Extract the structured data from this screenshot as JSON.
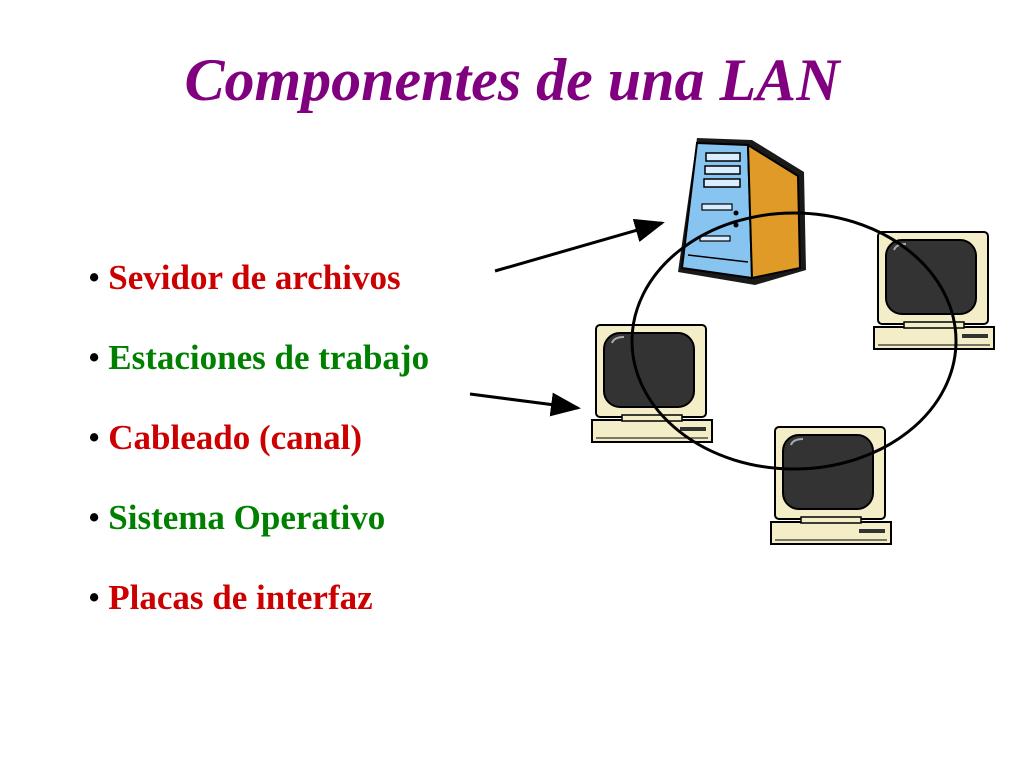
{
  "slide": {
    "title": "Componentes de una LAN"
  },
  "bullets": [
    {
      "label": "Sevidor de archivos",
      "color": "#cc0000"
    },
    {
      "label": "Estaciones de trabajo",
      "color": "#008000"
    },
    {
      "label": "Cableado (canal)",
      "color": "#cc0000"
    },
    {
      "label": "Sistema Operativo",
      "color": "#008000"
    },
    {
      "label": "Placas de interfaz",
      "color": "#cc0000"
    }
  ],
  "diagram": {
    "server": {
      "icon": "server-tower-icon",
      "body_color": "#87c4f0",
      "side_color": "#e09a28"
    },
    "workstations": [
      {
        "icon": "workstation-icon"
      },
      {
        "icon": "workstation-icon"
      },
      {
        "icon": "workstation-icon"
      }
    ],
    "monitor_bezel_color": "#f3eec8",
    "screen_color": "#333333"
  }
}
